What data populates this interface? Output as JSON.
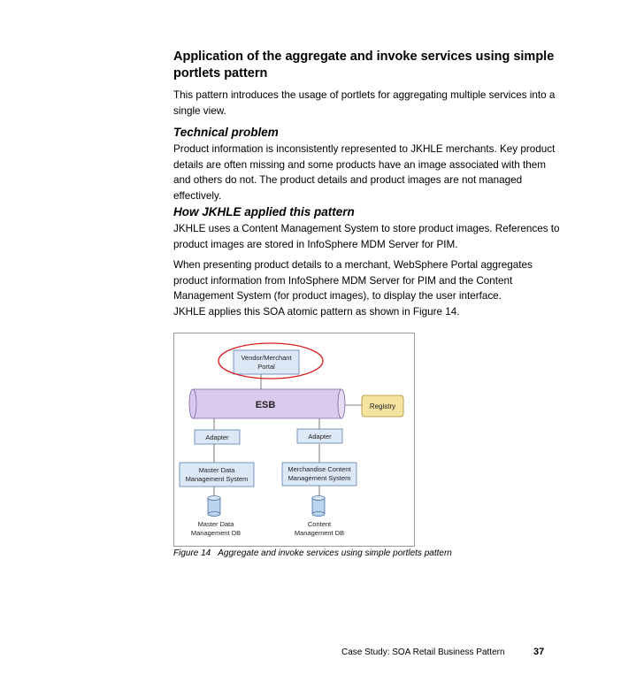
{
  "heading": "Application of the aggregate and invoke services using simple portlets pattern",
  "intro": "This pattern introduces the usage of portlets for aggregating multiple services into a single view.",
  "sections": [
    {
      "title": "Technical problem",
      "paragraphs": [
        "Product information is inconsistently represented to JKHLE merchants. Key product details are often missing and some products have an image associated with them and others do not. The product details and product images are not managed effectively."
      ]
    },
    {
      "title": "How JKHLE applied this pattern",
      "paragraphs": [
        "JKHLE uses a Content Management System to store product images. References to product images are stored in InfoSphere MDM Server for PIM.",
        "When presenting product details to a merchant, WebSphere Portal aggregates product information from InfoSphere MDM Server for PIM and the Content Management System (for product images), to display the user interface.",
        "JKHLE applies this SOA atomic pattern as shown in Figure 14."
      ]
    }
  ],
  "diagram": {
    "portal_line1": "Vendor/Merchant",
    "portal_line2": "Portal",
    "esb": "ESB",
    "registry": "Registry",
    "adapter_left": "Adapter",
    "adapter_right": "Adapter",
    "mdm_line1": "Master Data",
    "mdm_line2": "Management System",
    "cms_line1": "Merchandise Content",
    "cms_line2": "Management System",
    "mdm_db_line1": "Master Data",
    "mdm_db_line2": "Management DB",
    "cms_db_line1": "Content",
    "cms_db_line2": "Management DB",
    "colors": {
      "box_fill": "#dde8f7",
      "esb_fill": "#d9c9ec",
      "registry_fill": "#f5e3a0",
      "db_fill": "#bcd3ee",
      "highlight": "#d62020"
    }
  },
  "caption": {
    "label": "Figure 14",
    "text": "Aggregate and invoke services using simple portlets pattern"
  },
  "footer": {
    "text": "Case Study: SOA Retail Business Pattern",
    "page": "37"
  }
}
